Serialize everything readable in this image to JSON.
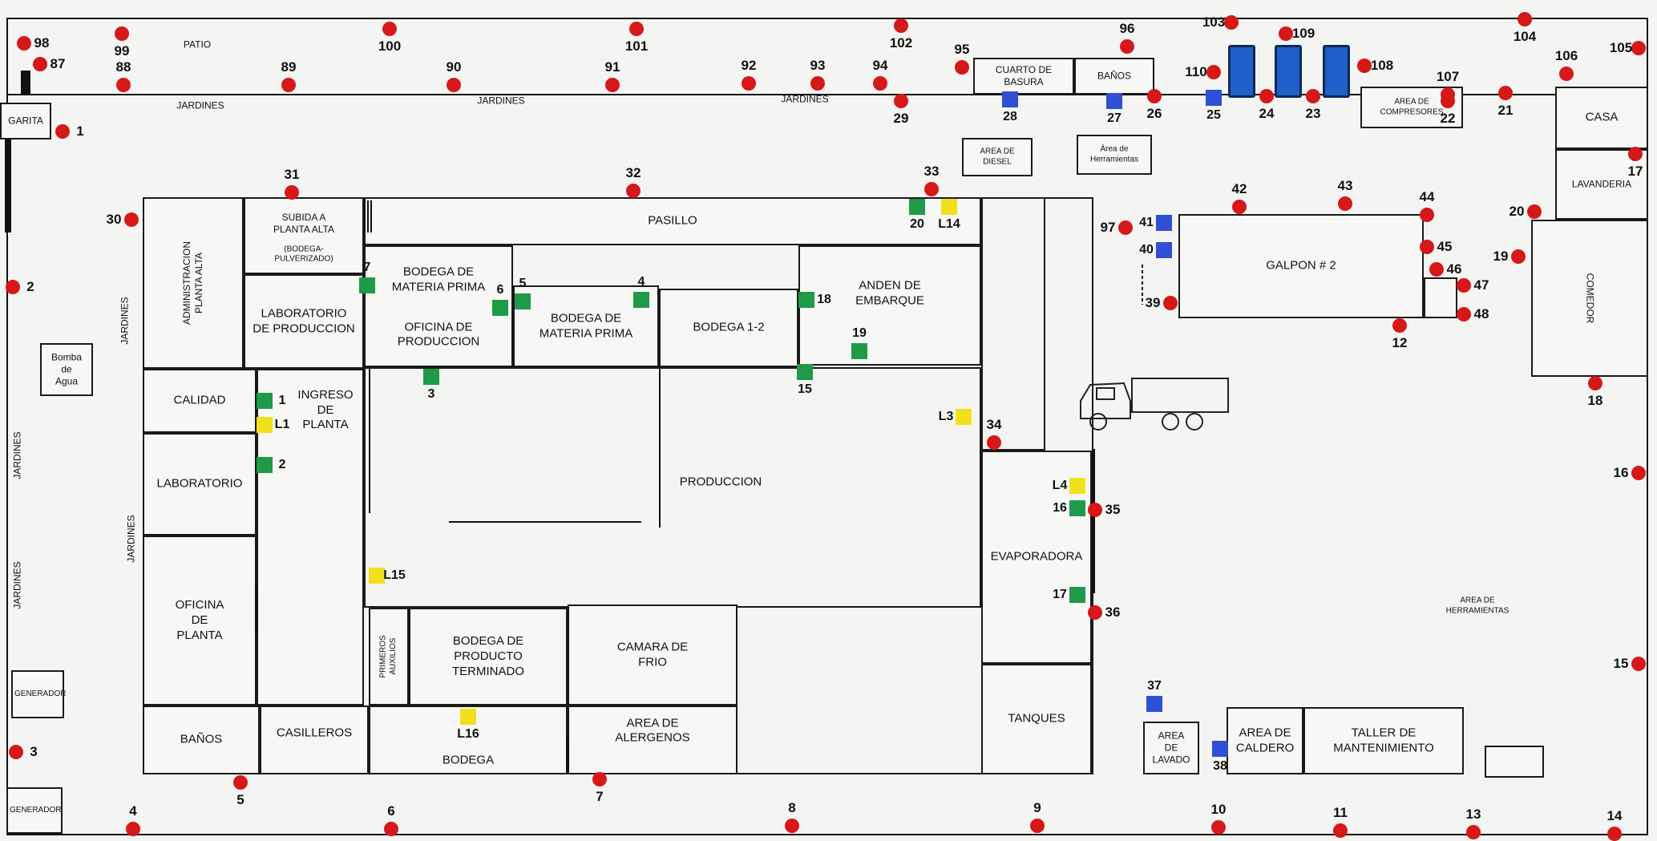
{
  "colors": {
    "red_dot": "#d61818",
    "green_square": "#1f9a48",
    "yellow_square": "#f3e01c",
    "blue_square": "#2f4fd4",
    "tank": "#1f5fc9"
  },
  "rooms": [
    {
      "id": "garita",
      "label": "GARITA"
    },
    {
      "id": "cuarto-basura",
      "label": "CUARTO DE\nBASURA"
    },
    {
      "id": "banos-top",
      "label": "BAÑOS"
    },
    {
      "id": "area-compresores",
      "label": "AREA DE\nCOMPRESORES"
    },
    {
      "id": "casa",
      "label": "CASA"
    },
    {
      "id": "area-diesel",
      "label": "AREA DE\nDIESEL"
    },
    {
      "id": "area-herramientas-top",
      "label": "Área de\nHerramientas"
    },
    {
      "id": "lavanderia",
      "label": "LAVANDERIA"
    },
    {
      "id": "comedor",
      "label": "COMEDOR"
    },
    {
      "id": "galpon-2",
      "label": "GALPON # 2"
    },
    {
      "id": "bomba-agua",
      "label": "Bomba\nde\nAgua"
    },
    {
      "id": "administracion",
      "label": "ADMINISTRACION\nPLANTA ALTA"
    },
    {
      "id": "subida",
      "label": "SUBIDA A\nPLANTA ALTA"
    },
    {
      "id": "bodega-pulverizado",
      "label": "(BODEGA-\nPULVERIZADO)"
    },
    {
      "id": "pasillo",
      "label": "PASILLO"
    },
    {
      "id": "lab-produccion",
      "label": "LABORATORIO\nDE PRODUCCION"
    },
    {
      "id": "bodega-mp-1",
      "label": "BODEGA DE\nMATERIA PRIMA"
    },
    {
      "id": "oficina-produccion",
      "label": "OFICINA DE\nPRODUCCION"
    },
    {
      "id": "bodega-mp-2",
      "label": "BODEGA DE\nMATERIA PRIMA"
    },
    {
      "id": "bodega-1-2",
      "label": "BODEGA 1-2"
    },
    {
      "id": "anden",
      "label": "ANDEN DE\nEMBARQUE"
    },
    {
      "id": "calidad",
      "label": "CALIDAD"
    },
    {
      "id": "ingreso",
      "label": "INGRESO\nDE\nPLANTA"
    },
    {
      "id": "laboratorio",
      "label": "LABORATORIO"
    },
    {
      "id": "produccion",
      "label": "PRODUCCION"
    },
    {
      "id": "oficina-planta",
      "label": "OFICINA\nDE\nPLANTA"
    },
    {
      "id": "primeros-auxilios",
      "label": "PRIMEROS\nAUXILIOS"
    },
    {
      "id": "bodega-pt",
      "label": "BODEGA DE\nPRODUCTO\nTERMINADO"
    },
    {
      "id": "camara-frio",
      "label": "CAMARA DE\nFRIO"
    },
    {
      "id": "area-alergenos",
      "label": "AREA DE\nALERGENOS"
    },
    {
      "id": "banos-plant",
      "label": "BAÑOS"
    },
    {
      "id": "casilleros",
      "label": "CASILLEROS"
    },
    {
      "id": "bodega-bottom",
      "label": "BODEGA"
    },
    {
      "id": "evaporadora",
      "label": "EVAPORADORA"
    },
    {
      "id": "tanques",
      "label": "TANQUES"
    },
    {
      "id": "area-lavado",
      "label": "AREA\nDE\nLAVADO"
    },
    {
      "id": "area-caldero",
      "label": "AREA DE\nCALDERO"
    },
    {
      "id": "taller",
      "label": "TALLER DE\nMANTENIMIENTO"
    },
    {
      "id": "generador-1",
      "label": "GENERADOR"
    },
    {
      "id": "generador-2",
      "label": "GENERADOR"
    },
    {
      "id": "area-herramientas-right",
      "label": "AREA DE\nHERRAMIENTAS"
    }
  ],
  "free_labels": [
    {
      "id": "patio",
      "text": "PATIO"
    },
    {
      "id": "jardines-1",
      "text": "JARDINES"
    },
    {
      "id": "jardines-2",
      "text": "JARDINES"
    },
    {
      "id": "jardines-3",
      "text": "JARDINES"
    },
    {
      "id": "jardines-v1",
      "text": "JARDINES"
    },
    {
      "id": "jardines-v2",
      "text": "JARDINES"
    },
    {
      "id": "jardines-v3",
      "text": "JARDINES"
    },
    {
      "id": "jardines-v4",
      "text": "JARDINES"
    }
  ],
  "red_points": [
    "98",
    "99",
    "100",
    "101",
    "102",
    "103",
    "109",
    "104",
    "105",
    "87",
    "88",
    "89",
    "90",
    "91",
    "92",
    "93",
    "94",
    "95",
    "96",
    "110",
    "108",
    "107",
    "106",
    "29",
    "26",
    "24",
    "23",
    "22",
    "21",
    "1",
    "31",
    "32",
    "33",
    "30",
    "42",
    "43",
    "44",
    "45",
    "46",
    "47",
    "48",
    "97",
    "39",
    "12",
    "17",
    "20",
    "19",
    "18",
    "2",
    "34",
    "35",
    "36",
    "16",
    "15",
    "3",
    "4",
    "5",
    "6",
    "7",
    "8",
    "9",
    "10",
    "11",
    "13",
    "14"
  ],
  "green_squares": [
    "1",
    "2",
    "3",
    "4",
    "5",
    "6",
    "7",
    "15",
    "16",
    "17",
    "18",
    "19",
    "20"
  ],
  "yellow_squares": [
    "L1",
    "L3",
    "L4",
    "L14",
    "L15",
    "L16"
  ],
  "blue_squares": [
    "25",
    "27",
    "28",
    "37",
    "38",
    "40",
    "41"
  ]
}
